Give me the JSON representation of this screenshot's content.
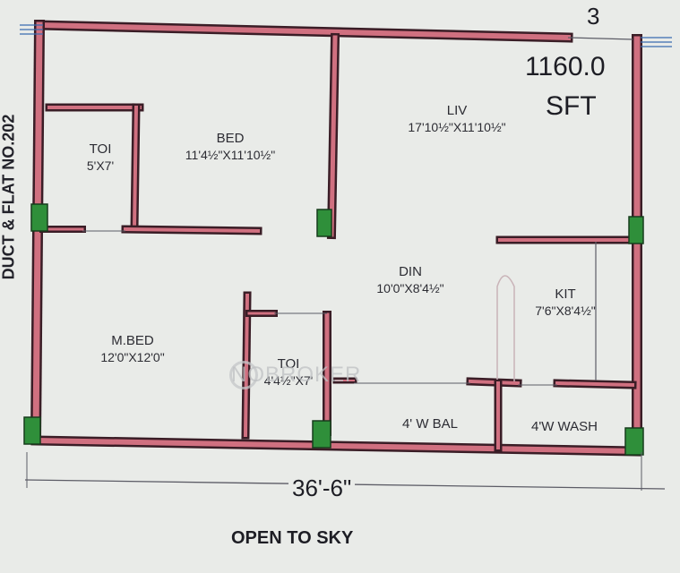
{
  "plan": {
    "unit_number": "3",
    "area_value": "1160.0",
    "area_unit": "SFT",
    "side_label": "DUCT & FLAT NO.202",
    "bottom_dimension": "36'-6\"",
    "caption": "OPEN TO SKY",
    "watermark": "NOBROKER"
  },
  "rooms": {
    "toi_top": {
      "name": "TOI",
      "dim": "5'X7'"
    },
    "bed": {
      "name": "BED",
      "dim": "11'4½\"X11'10½\""
    },
    "liv": {
      "name": "LIV",
      "dim": "17'10½\"X11'10½\""
    },
    "din": {
      "name": "DIN",
      "dim": "10'0\"X8'4½\""
    },
    "kit": {
      "name": "KIT",
      "dim": "7'6\"X8'4½\""
    },
    "mbed": {
      "name": "M.BED",
      "dim": "12'0\"X12'0\""
    },
    "toi_mid": {
      "name": "TOI",
      "dim": "4'4½\"X7'"
    },
    "bal": {
      "name": "4' W BAL"
    },
    "wash": {
      "name": "4'W WASH"
    }
  },
  "colors": {
    "wall_outline": "#3a1d26",
    "wall_fill": "#d07080",
    "column_fill": "#2f8f3a",
    "background": "#e9ebe8",
    "dim_line": "#5c5c66"
  }
}
